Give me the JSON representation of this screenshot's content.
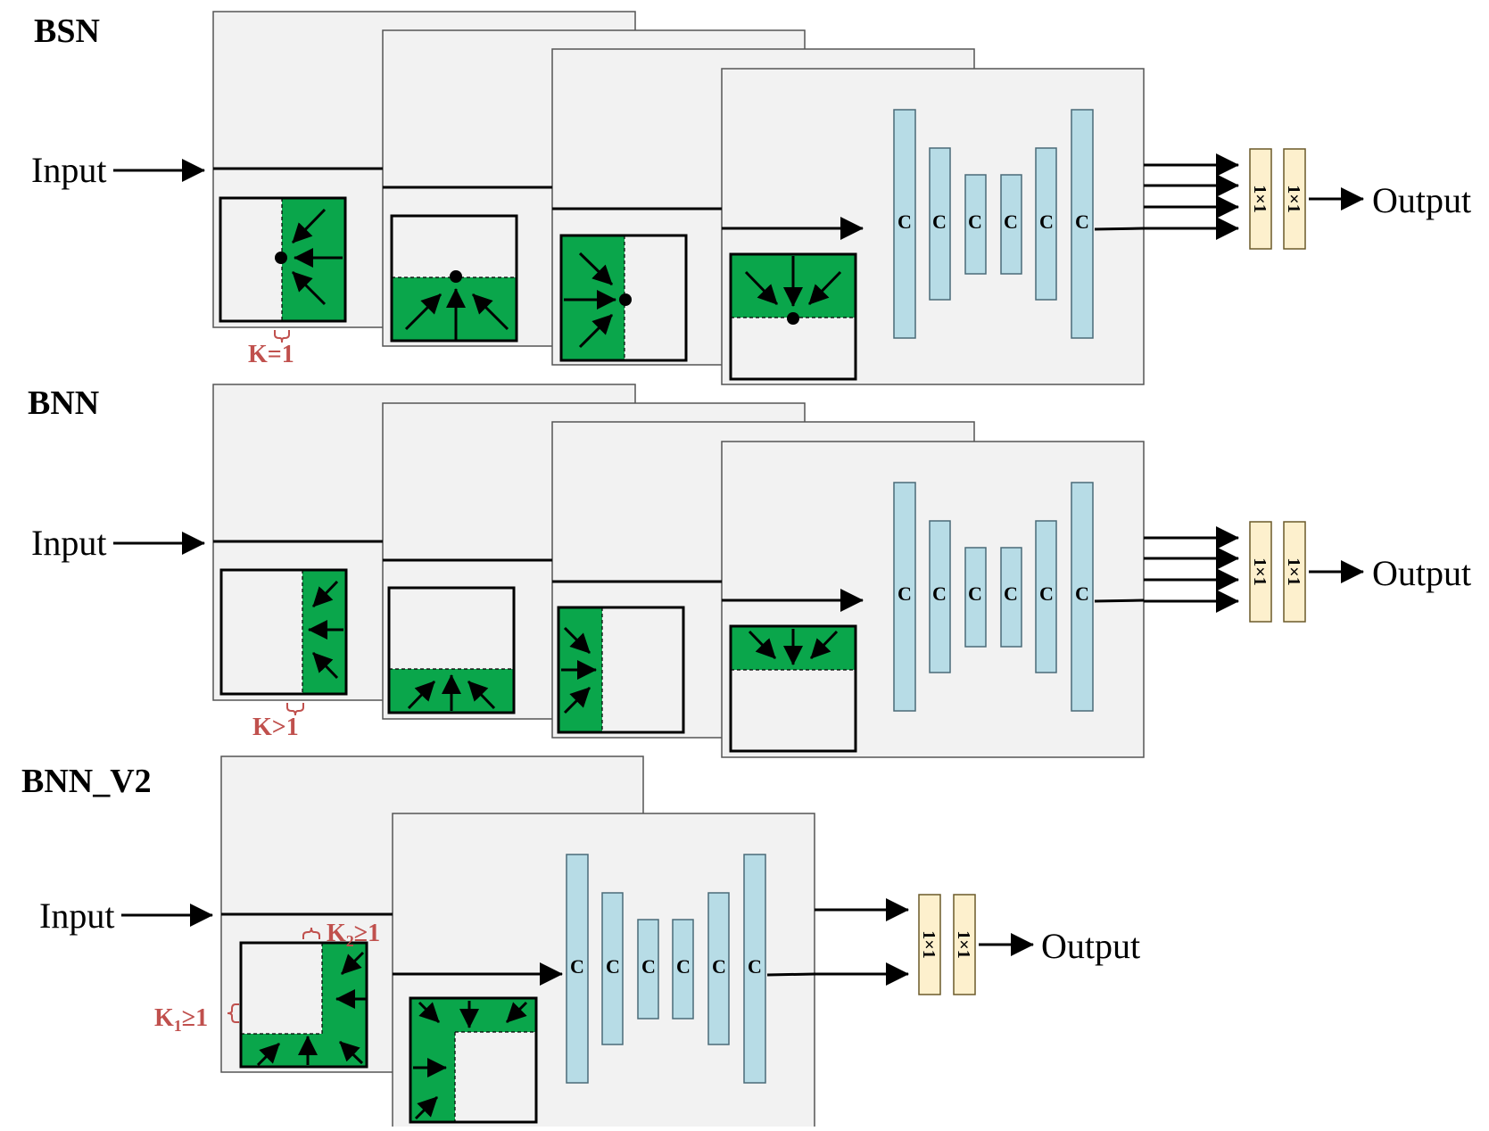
{
  "colors": {
    "panel_fill": "#f2f2f2",
    "mask_fill": "#0aa64b",
    "c_block_fill": "#b7dce6",
    "conv_fill": "#fdf0cd",
    "annotation": "#c0504d"
  },
  "rows": [
    {
      "title": "BSN",
      "input_label": "Input",
      "output_label": "Output",
      "k_label": "K=1",
      "c_labels": [
        "C",
        "C",
        "C",
        "C",
        "C",
        "C"
      ],
      "conv_labels": [
        "1×1",
        "1×1"
      ]
    },
    {
      "title": "BNN",
      "input_label": "Input",
      "output_label": "Output",
      "k_label": "K>1",
      "c_labels": [
        "C",
        "C",
        "C",
        "C",
        "C",
        "C"
      ],
      "conv_labels": [
        "1×1",
        "1×1"
      ]
    },
    {
      "title": "BNN_V2",
      "input_label": "Input",
      "output_label": "Output",
      "k1_main": "K",
      "k1_sub": "1",
      "k1_rest": "≥1",
      "k2_main": "K",
      "k2_sub": "2",
      "k2_rest": "≥1",
      "c_labels": [
        "C",
        "C",
        "C",
        "C",
        "C",
        "C"
      ],
      "conv_labels": [
        "1×1",
        "1×1"
      ]
    }
  ]
}
